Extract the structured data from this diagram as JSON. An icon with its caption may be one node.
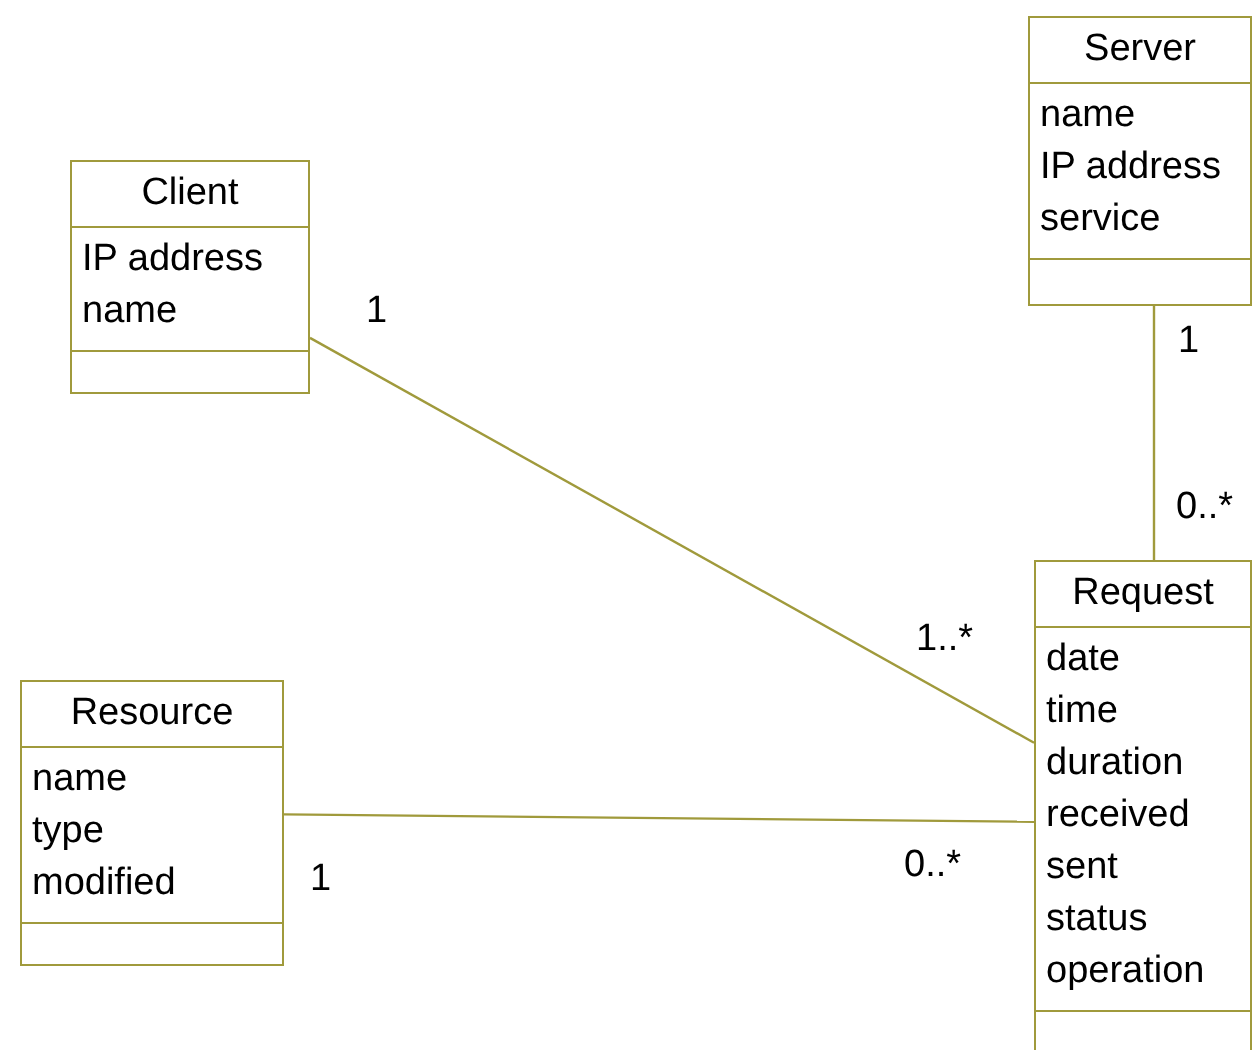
{
  "diagram": {
    "nodes": [
      {
        "text": [
          "Server",
          "name",
          "IP address",
          "service"
        ]
      },
      {
        "text": [
          "Client",
          "IP address",
          "name"
        ]
      },
      {
        "text": [
          "Request",
          "date",
          "time",
          "duration",
          "received",
          "sent",
          "status",
          "operation"
        ]
      },
      {
        "text": [
          "Resource",
          "name",
          "type",
          "modified"
        ]
      }
    ],
    "edges": [
      {
        "from": 1,
        "to": 2,
        "arrow": "none"
      },
      {
        "from": 0,
        "to": 2,
        "arrow": "none"
      },
      {
        "from": 3,
        "to": 2,
        "arrow": "none"
      }
    ],
    "labels": [
      "1",
      "1",
      "0..*",
      "1..*",
      "0..*",
      "1"
    ]
  }
}
